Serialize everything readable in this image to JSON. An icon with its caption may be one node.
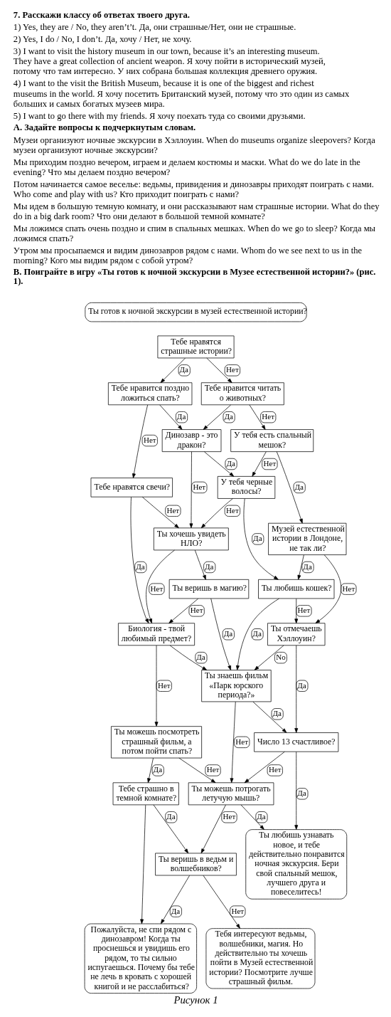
{
  "diagram": {
    "caption": "Рисунок 1",
    "nodes": [
      {
        "text": [
          "Ты готов к ночной экскурсии в музей естественной истории?"
        ]
      },
      {
        "text": [
          "Тебе нравятся страшные истории?"
        ]
      },
      {
        "text": [
          "Тебе нравится читать о животных?"
        ]
      },
      {
        "text": [
          "Тебе нравится поздно ложиться спать?"
        ]
      },
      {
        "text": [
          "Динозавр - это дракон?"
        ]
      },
      {
        "text": [
          "У тебя есть спальный мешок?"
        ]
      },
      {
        "text": [
          "Тебе нравятся свечи?"
        ]
      },
      {
        "text": [
          "У тебя черные волосы?"
        ]
      },
      {
        "text": [
          "Ты хочешь увидеть НЛО?"
        ]
      },
      {
        "text": [
          "Музей естественной истории в Лондоне, не так ли?"
        ]
      },
      {
        "text": [
          "Ты веришь в магию?"
        ]
      },
      {
        "text": [
          "Ты любишь кошек?"
        ]
      },
      {
        "text": [
          "Биология - твой любимый предмет?"
        ]
      },
      {
        "text": [
          "Ты отмечаешь Хэллоуин?"
        ]
      },
      {
        "text": [
          "Ты знаешь фильм «Парк юрского периода?»"
        ]
      },
      {
        "text": [
          "Ты можешь посмотреть страшный фильм, а потом пойти спать?"
        ]
      },
      {
        "text": [
          "Число 13 счастливое?"
        ]
      },
      {
        "text": [
          "Ты веришь в ведьм и волшебников?"
        ]
      },
      {
        "text": [
          "Ты можешь потрогать летучую мышь?"
        ]
      },
      {
        "text": [
          "Тебе страшно в темной комнате?"
        ]
      },
      {
        "text": [
          "Ты любишь узнавать новое, и тебе действительно понравится ночная экскурсия. Бери свой спальный мешок, лучшего друга и повеселитесь!"
        ]
      },
      {
        "text": [
          "Тебя интересуют ведьмы, волшебники, магия. Но действительно ты хочешь пойти в Музей естественной истории? Посмотрите лучше страшный фильм."
        ]
      },
      {
        "text": [
          "Пожалуйста, не спи рядом с динозавром! Когда ты проснешься и увидишь его рядом, то ты сильно испугаешься. Почему бы тебе не лечь в кровать с хорошей книгой и не расслабиться?"
        ]
      }
    ],
    "edges": [
      {
        "from": 1,
        "to": 2,
        "arrow": "to",
        "label": "Нет"
      },
      {
        "from": 1,
        "to": 3,
        "arrow": "to",
        "label": "Да"
      },
      {
        "from": 2,
        "to": 4,
        "arrow": "to",
        "label": "Да"
      },
      {
        "from": 2,
        "to": 5,
        "arrow": "to",
        "label": "Нет"
      },
      {
        "from": 3,
        "to": 4,
        "arrow": "to",
        "label": "Да"
      },
      {
        "from": 3,
        "to": 6,
        "arrow": "to",
        "label": "Нет"
      },
      {
        "from": 4,
        "to": 7,
        "arrow": "to",
        "label": "Да"
      },
      {
        "from": 4,
        "to": 8,
        "arrow": "to",
        "label": "Нет"
      },
      {
        "from": 5,
        "to": 7,
        "arrow": "to",
        "label": "Нет"
      },
      {
        "from": 5,
        "to": 9,
        "arrow": "to",
        "label": "Да"
      },
      {
        "from": 6,
        "to": 8,
        "arrow": "to",
        "label": "Нет"
      },
      {
        "from": 6,
        "to": 12,
        "arrow": "to",
        "label": "Да"
      },
      {
        "from": 7,
        "to": 8,
        "arrow": "to",
        "label": "Нет"
      },
      {
        "from": 7,
        "to": 11,
        "arrow": "to",
        "label": "Да"
      },
      {
        "from": 8,
        "to": 12,
        "arrow": "to",
        "label": "Нет"
      },
      {
        "from": 8,
        "to": 10,
        "arrow": "to",
        "label": "Да"
      },
      {
        "from": 9,
        "to": 11,
        "arrow": "to",
        "label": "Да"
      },
      {
        "from": 9,
        "to": 13,
        "arrow": "to",
        "label": "Нет"
      },
      {
        "from": 10,
        "to": 14,
        "arrow": "to",
        "label": "Да"
      },
      {
        "from": 10,
        "to": 12,
        "arrow": "to",
        "label": "Нет"
      },
      {
        "from": 11,
        "to": 13,
        "arrow": "to",
        "label": "Нет"
      },
      {
        "from": 11,
        "to": 14,
        "arrow": "to",
        "label": "Да"
      },
      {
        "from": 12,
        "to": 14,
        "arrow": "to",
        "label": "Да"
      },
      {
        "from": 12,
        "to": 15,
        "arrow": "to",
        "label": "Нет"
      },
      {
        "from": 13,
        "to": 14,
        "arrow": "to",
        "label": "No"
      },
      {
        "from": 13,
        "to": 16,
        "arrow": "to",
        "label": "Да"
      },
      {
        "from": 14,
        "to": 16,
        "arrow": "to",
        "label": "Да"
      },
      {
        "from": 14,
        "to": 18,
        "arrow": "to",
        "label": "Нет"
      },
      {
        "from": 15,
        "to": 18,
        "arrow": "to",
        "label": "Нет"
      },
      {
        "from": 15,
        "to": 19,
        "arrow": "to",
        "label": "Да"
      },
      {
        "from": 16,
        "to": 18,
        "arrow": "to",
        "label": "Нет"
      },
      {
        "from": 16,
        "to": 20,
        "arrow": "to",
        "label": "Да"
      },
      {
        "from": 18,
        "to": 17,
        "arrow": "to",
        "label": "Нет"
      },
      {
        "from": 18,
        "to": 20,
        "arrow": "to",
        "label": "Да"
      },
      {
        "from": 19,
        "to": 17,
        "arrow": "to",
        "label": "Да"
      },
      {
        "from": 19,
        "to": 22,
        "arrow": "to"
      },
      {
        "from": 17,
        "to": 21,
        "arrow": "to",
        "label": "Нет"
      },
      {
        "from": 17,
        "to": 22,
        "arrow": "to",
        "label": "Да"
      }
    ],
    "labels": [
      "7. Расскажи классу об ответах твоего друга.",
      "1) Yes, they are / No, they aren’t’t. Да, они страшные/Нет, они не страшные.",
      "2) Yes, I do / No, I don’t. Да, хочу / Нет, не хочу.",
      "3) I want to visit the history museum in our town, because it’s an interesting museum. They have a great collection of ancient weapon. Я хочу пойти в исторический музей, потому что там интересно. У них собрана большая коллекция древнего оружия.",
      "4) I want to the visit the British Museum, because it is one of the biggest and richest museums in the world. Я хочу посетить Британский музей, потому что это один из самых больших и самых богатых музеев мира.",
      "5) I want to go there with my friends. Я хочу поехать туда со своими друзьями.",
      "А. Задайте вопросы к подчеркнутым словам.",
      "Музеи организуют ночные экскурсии в Хэллоуин. When do museums organize sleepovers? Когда музеи организуют ночные экскурсии?",
      "Мы приходим поздно вечером, играем и делаем костюмы и маски. What do we do late in the evening? Что мы делаем поздно вечером?",
      "Потом начинается самое веселье: ведьмы, привидения и динозавры приходят поиграть с нами. Who come and play with us? Кто приходит поиграть с нами?",
      "Мы идем в большую темную комнату, и они рассказывают нам страшные истории. What do they do in a big dark room? Что они делают в большой темной комнате?",
      "Мы ложимся спать очень поздно и спим в спальных мешках. When do we go to sleep? Когда мы ложимся спать?",
      "Утром мы просыпаемся и видим динозавров рядом с нами. Whom do we see next to us in the morning? Кого мы видим рядом с собой утром?",
      "В. Поиграйте в игру «Ты готов к ночной экскурсии в Музее естественной истории?» (рис. 1)."
    ]
  }
}
